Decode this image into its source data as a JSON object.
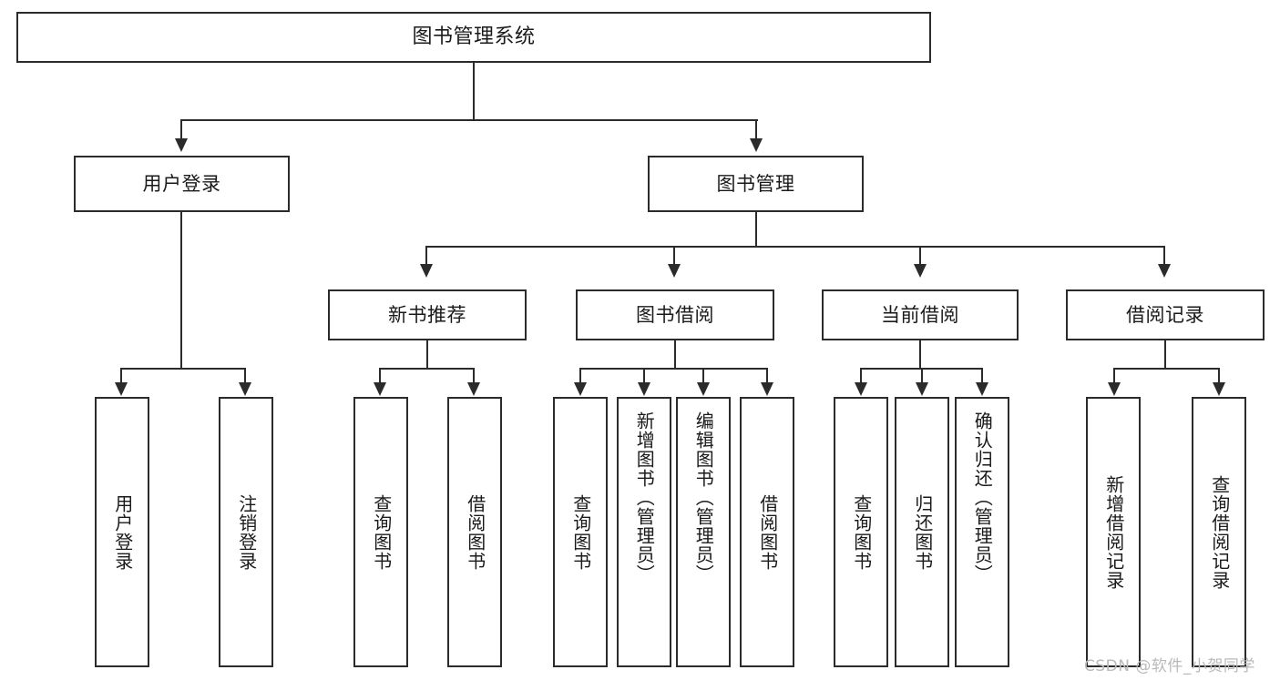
{
  "diagram": {
    "type": "tree-hierarchy",
    "title": "图书管理系统",
    "root": {
      "label": "图书管理系统"
    },
    "level2": [
      {
        "label": "用户登录"
      },
      {
        "label": "图书管理"
      }
    ],
    "level3": [
      {
        "label": "新书推荐"
      },
      {
        "label": "图书借阅"
      },
      {
        "label": "当前借阅"
      },
      {
        "label": "借阅记录"
      }
    ],
    "leaves": {
      "user_login": [
        {
          "label": "用户登录"
        },
        {
          "label": "注销登录"
        }
      ],
      "new_book_recommend": [
        {
          "label": "查询图书"
        },
        {
          "label": "借阅图书"
        }
      ],
      "book_borrow": [
        {
          "label": "查询图书"
        },
        {
          "label": "新增图书（管理员）"
        },
        {
          "label": "编辑图书（管理员）"
        },
        {
          "label": "借阅图书"
        }
      ],
      "current_borrow": [
        {
          "label": "查询图书"
        },
        {
          "label": "归还图书"
        },
        {
          "label": "确认归还（管理员）"
        }
      ],
      "borrow_records": [
        {
          "label": "新增借阅记录"
        },
        {
          "label": "查询借阅记录"
        }
      ]
    }
  },
  "watermark": {
    "text": "CSDN @软件_小贺同学"
  },
  "colors": {
    "stroke": "#2b2b2b",
    "fill": "#ffffff",
    "text": "#1a1a1a",
    "watermark": "#b9b9b9"
  }
}
